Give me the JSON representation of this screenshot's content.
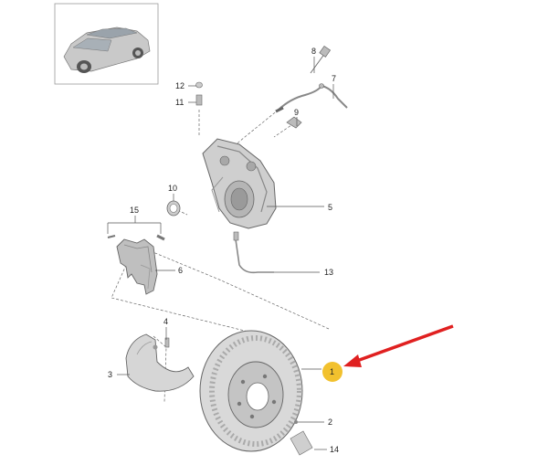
{
  "callouts": {
    "c1": "1",
    "c2": "2",
    "c3": "3",
    "c4": "4",
    "c5": "5",
    "c6": "6",
    "c7": "7",
    "c8": "8",
    "c9": "9",
    "c10": "10",
    "c11": "11",
    "c12": "12",
    "c13": "13",
    "c14": "14",
    "c15": "15"
  },
  "colors": {
    "highlight_marker": "#f2c12e",
    "pointer_arrow": "#e02020",
    "part_fill": "#d0d0d0",
    "part_dark": "#9a9a9a"
  },
  "icons": {
    "vehicle_thumbnail": "suv-vehicle-icon"
  }
}
